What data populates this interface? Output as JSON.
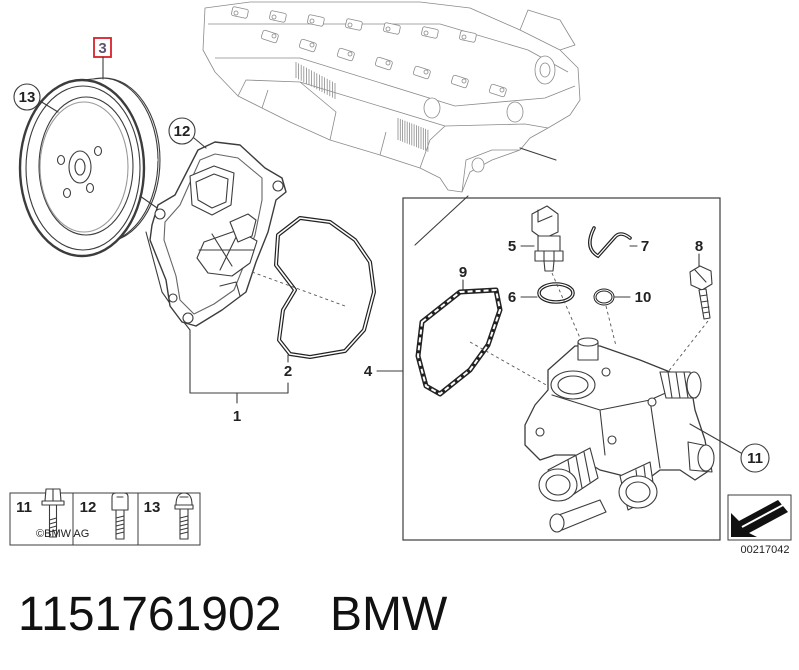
{
  "callouts": {
    "item_1": "1",
    "item_2": "2",
    "item_3": "3",
    "item_4": "4",
    "item_5": "5",
    "item_6": "6",
    "item_7": "7",
    "item_8": "8",
    "item_9": "9",
    "item_10": "10",
    "item_11": "11",
    "item_12": "12",
    "item_13": "13"
  },
  "legend": [
    {
      "label": "11",
      "icon": "flange-bolt-icon"
    },
    {
      "label": "12",
      "icon": "socket-head-bolt-icon"
    },
    {
      "label": "13",
      "icon": "hex-bolt-icon"
    }
  ],
  "copyright": "©BMW AG",
  "diagram_id": "00217042",
  "part_number": "1151761902",
  "brand": "BMW",
  "icons": {
    "view_direction": "direction-arrow-icon"
  },
  "colors": {
    "line": "#3c3c3c",
    "highlight": "#d9202a",
    "background": "#ffffff"
  }
}
